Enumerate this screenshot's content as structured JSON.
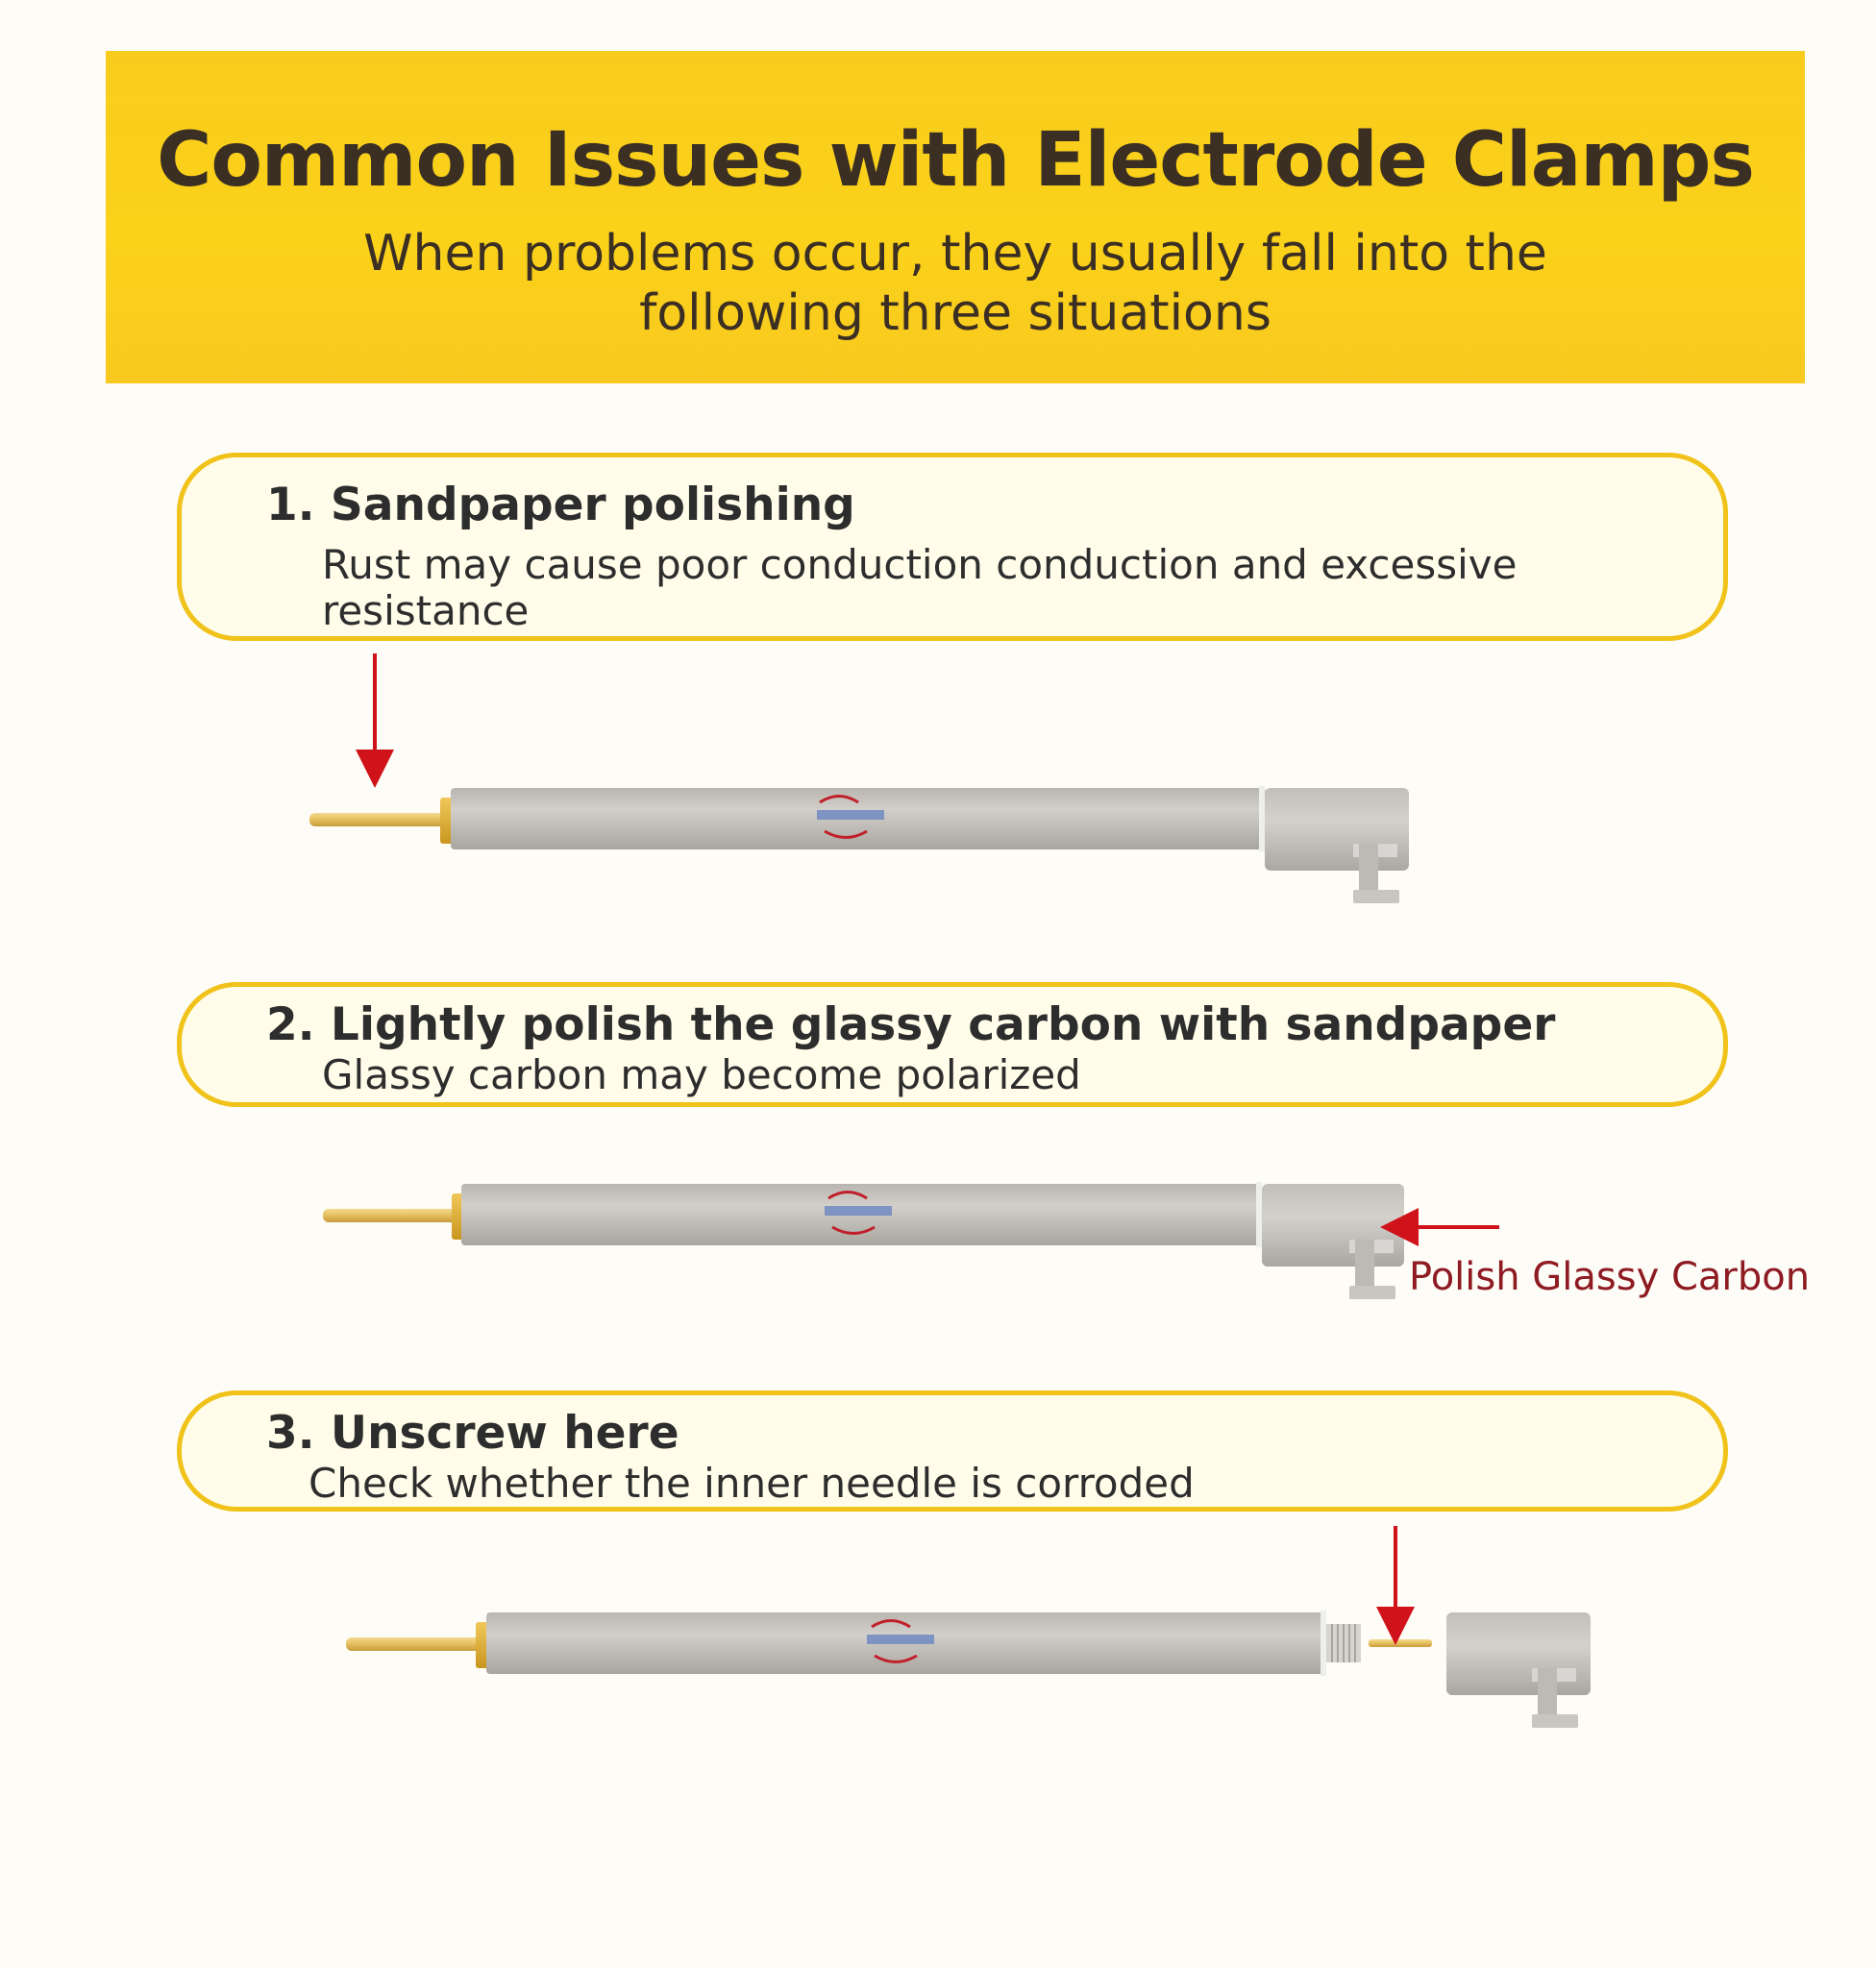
{
  "banner": {
    "title": "Common Issues with Electrode Clamps",
    "subtitle": "When problems occur, they usually fall into the following three situations"
  },
  "issues": [
    {
      "heading": "1. Sandpaper polishing",
      "description": "Rust may cause poor conduction conduction and excessive resistance"
    },
    {
      "heading": "2. Lightly polish the glassy carbon with sandpaper",
      "description": "Glassy carbon may become polarized"
    },
    {
      "heading": "3. Unscrew here",
      "description": "Check whether the inner needle is corroded"
    }
  ],
  "callout": {
    "label": "Polish Glassy Carbon"
  },
  "colors": {
    "banner": "#fbd21a",
    "card_border": "#f0c21a",
    "arrow": "#d0121b",
    "electrode_body": "#c5c2bc",
    "pin": "#e7c56c"
  }
}
